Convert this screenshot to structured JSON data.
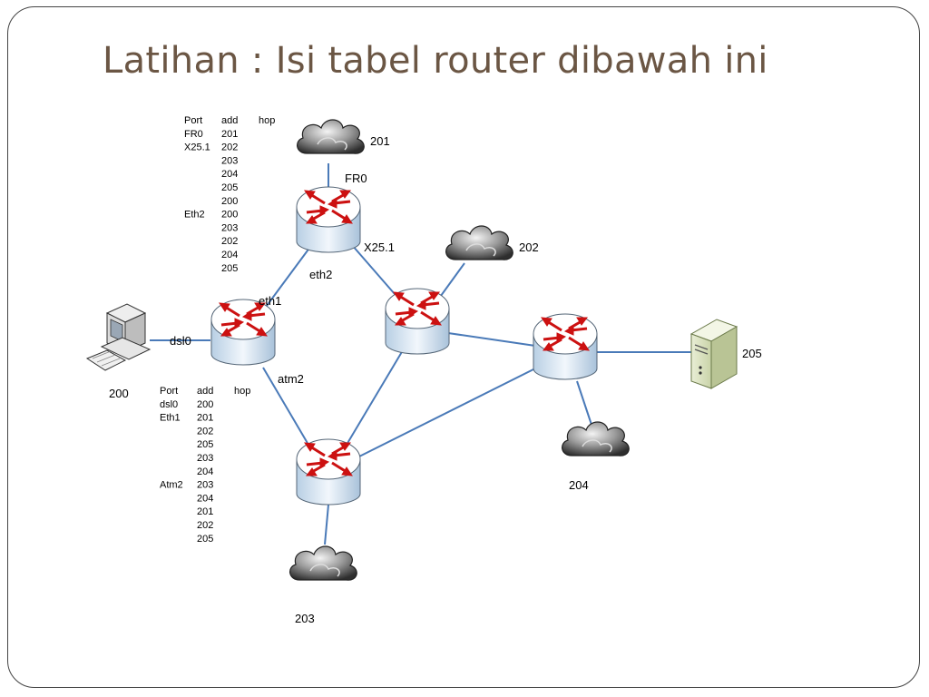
{
  "title": "Latihan : Isi tabel router dibawah ini",
  "labels": {
    "net201": "201",
    "net202": "202",
    "net203": "203",
    "net204": "204",
    "host205": "205",
    "host200": "200",
    "fr0": "FR0",
    "x251": "X25.1",
    "eth2": "eth2",
    "eth1": "eth1",
    "dsl0": "dsl0",
    "atm2": "atm2"
  },
  "table_top": {
    "headers": [
      "Port",
      "add",
      "hop"
    ],
    "rows": [
      [
        "FR0",
        "201"
      ],
      [
        "X25.1",
        "202"
      ],
      [
        "",
        "203"
      ],
      [
        "",
        "204"
      ],
      [
        "",
        "205"
      ],
      [
        "",
        "200"
      ],
      [
        "Eth2",
        "200"
      ],
      [
        "",
        "203"
      ],
      [
        "",
        "202"
      ],
      [
        "",
        "204"
      ],
      [
        "",
        "205"
      ]
    ]
  },
  "table_bottom": {
    "headers": [
      "Port",
      "add",
      "hop"
    ],
    "rows": [
      [
        "dsl0",
        "200"
      ],
      [
        "Eth1",
        "201"
      ],
      [
        "",
        "202"
      ],
      [
        "",
        "205"
      ],
      [
        "",
        "203"
      ],
      [
        "",
        "204"
      ],
      [
        "Atm2",
        "203"
      ],
      [
        "",
        "204"
      ],
      [
        "",
        "201"
      ],
      [
        "",
        "202"
      ],
      [
        "",
        "205"
      ]
    ]
  },
  "colors": {
    "title": "#6b5644",
    "link": "#4a7ab8",
    "router_body": "#d8e6f2",
    "router_arrow": "#cc1111",
    "cloud": "#555555"
  }
}
